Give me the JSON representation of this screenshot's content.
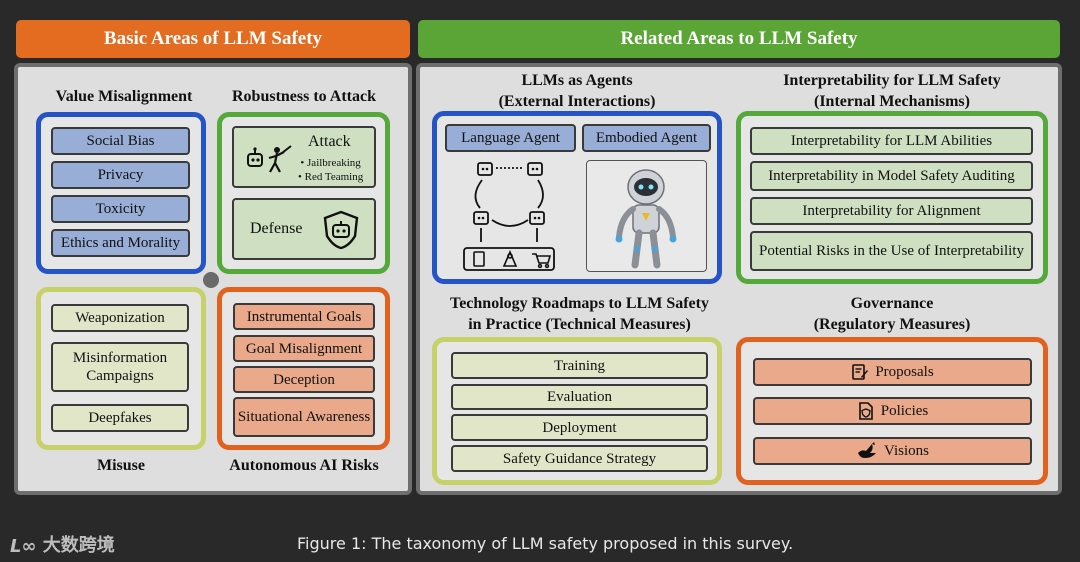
{
  "headers": {
    "basic": "Basic Areas of LLM Safety",
    "related": "Related Areas to LLM Safety"
  },
  "value_misalignment": {
    "title": "Value Misalignment",
    "items": [
      "Social Bias",
      "Privacy",
      "Toxicity",
      "Ethics and Morality"
    ]
  },
  "robustness": {
    "title": "Robustness to Attack",
    "attack": "Attack",
    "attack_subs": [
      "Jailbreaking",
      "Red Teaming"
    ],
    "defense": "Defense"
  },
  "misuse": {
    "title": "Misuse",
    "items": [
      "Weaponization",
      "Misinformation Campaigns",
      "Deepfakes"
    ]
  },
  "autonomous": {
    "title": "Autonomous AI Risks",
    "items": [
      "Instrumental Goals",
      "Goal Misalignment",
      "Deception",
      "Situational Awareness"
    ]
  },
  "agents": {
    "title_line1": "LLMs as Agents",
    "title_line2": "(External Interactions)",
    "language_agent": "Language Agent",
    "embodied_agent": "Embodied Agent"
  },
  "interpretability": {
    "title_line1": "Interpretability for LLM Safety",
    "title_line2": "(Internal Mechanisms)",
    "items": [
      "Interpretability for LLM Abilities",
      "Interpretability in Model Safety Auditing",
      "Interpretability for Alignment",
      "Potential Risks in the Use of Interpretability"
    ]
  },
  "roadmaps": {
    "title_line1": "Technology Roadmaps to LLM Safety",
    "title_line2": "in Practice (Technical Measures)",
    "items": [
      "Training",
      "Evaluation",
      "Deployment",
      "Safety Guidance Strategy"
    ]
  },
  "governance": {
    "title_line1": "Governance",
    "title_line2": "(Regulatory Measures)",
    "items": [
      "Proposals",
      "Policies",
      "Visions"
    ]
  },
  "caption": "Figure 1: The taxonomy of LLM safety proposed in this survey.",
  "watermark": "大数跨境",
  "colors": {
    "orange": "#e46c20",
    "green": "#5aa536",
    "blue": "#2554c7",
    "lime": "#c6d16a"
  }
}
